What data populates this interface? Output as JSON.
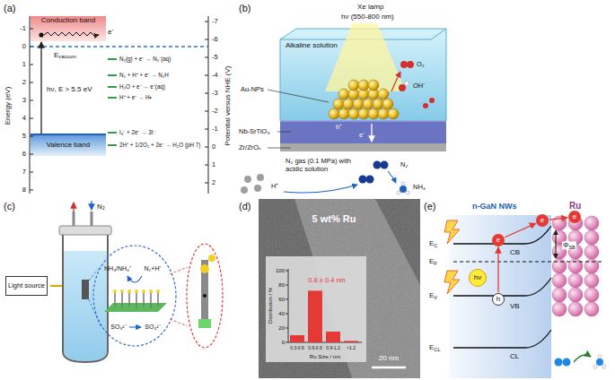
{
  "diagram": {
    "nodes": [
      {
        "text": [
          "Conduction band"
        ]
      },
      {
        "text": [
          "Valence band"
        ]
      },
      {
        "text": [
          "Light source"
        ]
      },
      {
        "text": [
          "hν"
        ]
      },
      {
        "text": [
          "e"
        ]
      },
      {
        "text": [
          "e"
        ]
      },
      {
        "text": [
          "e"
        ]
      },
      {
        "text": [
          "h"
        ]
      }
    ],
    "edges": [
      {
        "from": 1,
        "to": 0,
        "arrow": "to",
        "label": "hν, E > 5.5 eV"
      },
      {
        "from": 7,
        "to": 4,
        "arrow": "to"
      },
      {
        "from": 4,
        "to": 5,
        "arrow": "to"
      },
      {
        "from": 5,
        "to": 6,
        "arrow": "to"
      }
    ],
    "labels": [
      "(a)",
      "Energy (eV)",
      "-1",
      "0",
      "1",
      "2",
      "3",
      "4",
      "5",
      "6",
      "7",
      "8",
      "Potential versus NHE (V)",
      "-7",
      "-6",
      "-5",
      "-4",
      "-3",
      "-2",
      "-1",
      "0",
      "1",
      "2",
      "e⁻",
      "Evacuum",
      "N₂(g) + e⁻ → N₂⁻(aq)",
      "N₂ + H⁺ + e⁻ → N₂H",
      "H₂O + e⁻ → e⁻(aq)",
      "H⁺ + e⁻ → H•",
      "I₃⁻ + 2e⁻ → 3I⁻",
      "2H⁺ + 1/2O₂ + 2e⁻ → H₂O (pH 7)",
      "(b)",
      "Xe lamp",
      "hν (550-800 nm)",
      "Alkaline solution",
      "Au-NPs",
      "O₂",
      "OH⁻",
      "h⁺",
      "e⁻",
      "Nb-SrTiO₃",
      "Zr/ZrOₓ",
      "N₂ gas (0.1 MPa) with acidic solution",
      "H⁺",
      "N₂",
      "NH₃",
      "(c)",
      "N₂",
      "NH₃/NH₄⁺",
      "N₂+H⁺",
      "SO₃²⁻",
      "SO₄²⁻",
      "(d)",
      "5 wt% Ru",
      "0.8 ± 0.4 nm",
      "Distribution / %",
      "0",
      "20",
      "40",
      "60",
      "80",
      "100",
      "0.3-0.6",
      "0.6-0.9",
      "0.9-1.2",
      ">1.2",
      "Ru Size / nm",
      "20 nm",
      "(e)",
      "n-GaN NWs",
      "Ru",
      "EC",
      "EF",
      "EV",
      "ECL",
      "CB",
      "VB",
      "CL",
      "ΦSB"
    ]
  }
}
